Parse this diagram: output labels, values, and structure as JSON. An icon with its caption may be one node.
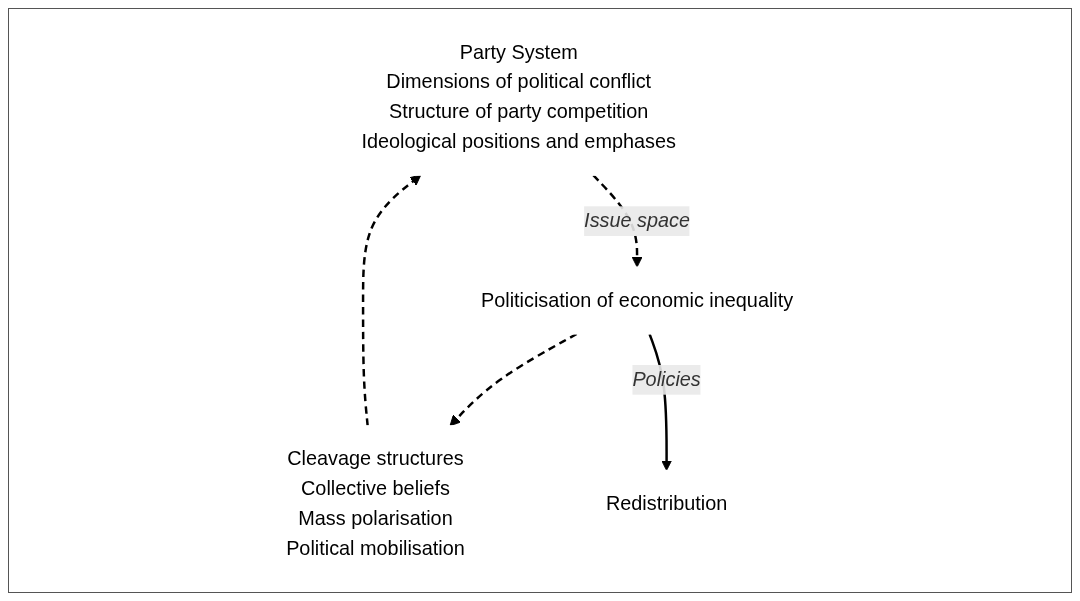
{
  "diagram": {
    "nodes": [
      {
        "text": [
          "Party System",
          "Dimensions of political conflict",
          "Structure of party competition",
          "Ideological positions and emphases"
        ]
      },
      {
        "text": [
          "Cleavage structures",
          "Collective beliefs",
          "Mass polarisation",
          "Political mobilisation"
        ]
      },
      {
        "text": [
          "Politicisation of economic inequality"
        ]
      },
      {
        "text": [
          "Redistribution"
        ]
      }
    ],
    "edges": [
      {
        "from": 1,
        "to": 0,
        "arrow": "to",
        "style": "dashed"
      },
      {
        "from": 0,
        "to": 2,
        "arrow": "to",
        "style": "dashed",
        "label": "Issue space"
      },
      {
        "from": 2,
        "to": 1,
        "arrow": "to",
        "style": "dashed"
      },
      {
        "from": 2,
        "to": 3,
        "arrow": "to",
        "label": "Policies"
      }
    ]
  }
}
